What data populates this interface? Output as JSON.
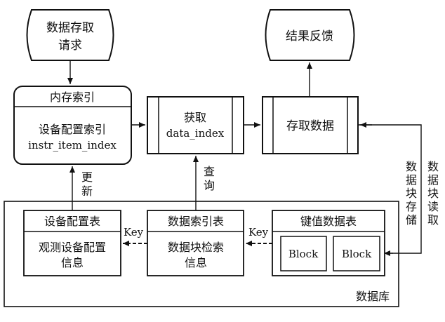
{
  "request": {
    "line1": "数据存取",
    "line2": "请求"
  },
  "feedback": {
    "label": "结果反馈"
  },
  "memory_index": {
    "header": "内存索引",
    "line1": "设备配置索引",
    "line2": "instr_item_index"
  },
  "fetch": {
    "line1": "获取",
    "line2": "data_index"
  },
  "access": {
    "label": "存取数据"
  },
  "update_label": {
    "line1": "更",
    "line2": "新"
  },
  "query_label": {
    "line1": "查",
    "line2": "询"
  },
  "block_store_label": [
    "数",
    "据",
    "块",
    "存",
    "储"
  ],
  "block_read_label": [
    "数",
    "据",
    "块",
    "读",
    "取"
  ],
  "database": {
    "label": "数据库"
  },
  "device_table": {
    "header": "设备配置表",
    "line1": "观测设备配置",
    "line2": "信息"
  },
  "index_table": {
    "header": "数据索引表",
    "line1": "数据块检索",
    "line2": "信息"
  },
  "kv_table": {
    "header": "键值数据表",
    "block1": "Block",
    "block2": "Block"
  },
  "key_labels": {
    "left": "Key",
    "right": "Key"
  }
}
